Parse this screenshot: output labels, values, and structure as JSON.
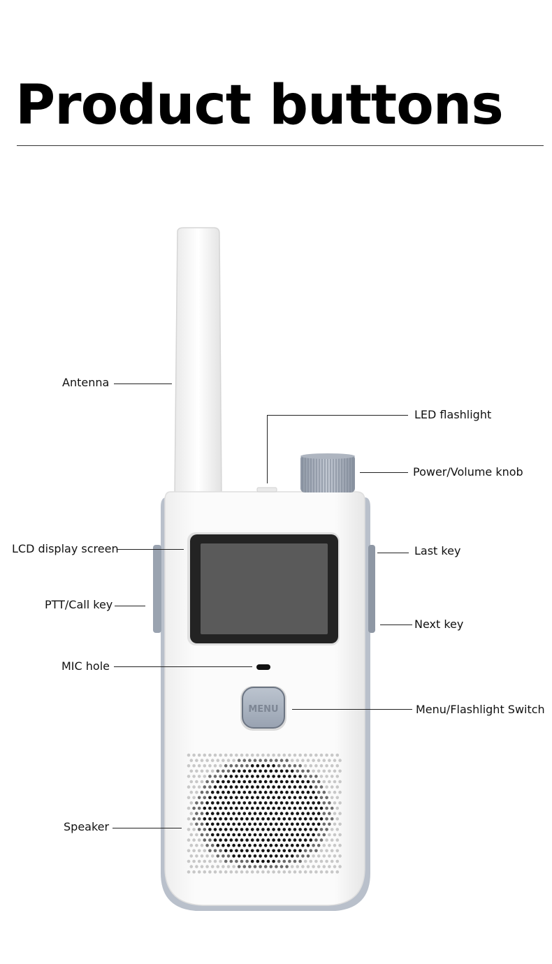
{
  "title": "Product buttons",
  "menu_button_label": "MENU",
  "callouts": {
    "antenna": "Antenna",
    "led_flashlight": "LED flashlight",
    "power_volume_knob": "Power/Volume knob",
    "lcd_display_screen": "LCD display screen",
    "last_key": "Last key",
    "ptt_call_key": "PTT/Call key",
    "next_key": "Next key",
    "mic_hole": "MIC hole",
    "menu_flashlight_switch": "Menu/Flashlight Switch",
    "speaker": "Speaker"
  },
  "colors": {
    "body": "#f7f7f7",
    "side_trim": "#b9c0cb",
    "screen_bezel": "#222222",
    "screen": "#5a5a5a",
    "menu_button": "#a7b1bf"
  }
}
